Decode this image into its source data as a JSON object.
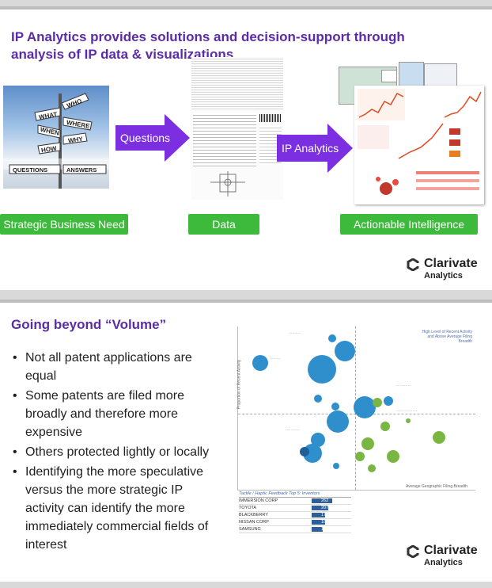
{
  "slide1": {
    "title": "IP Analytics provides solutions and decision-support through analysis of IP data & visualizations",
    "signpost": {
      "signs": [
        "WHO",
        "WHAT",
        "WHERE",
        "WHEN",
        "WHY",
        "HOW",
        "QUESTIONS",
        "ANSWERS"
      ]
    },
    "arrows": [
      {
        "label": "Questions"
      },
      {
        "label": "IP Analytics"
      }
    ],
    "buttons": [
      "Strategic Business Need",
      "Data",
      "Actionable Intelligence"
    ],
    "logo": {
      "name": "Clarivate",
      "sub": "Analytics"
    }
  },
  "slide2": {
    "title": "Going beyond “Volume”",
    "bullets": [
      "Not all patent applications are equal",
      "Some patents are filed more broadly and therefore more expensive",
      "Others protected lightly or locally",
      "Identifying the more speculative versus the more strategic IP activity can identify the more immediately commercial fields of interest"
    ],
    "chart": {
      "quadrant_label": "High Level of Recent Activity and Above Average Filing Breadth",
      "y_axis": "Proportion of Recent Activity",
      "x_axis": "Average Geographic Filing Breadth",
      "colors": {
        "blue": "#2f8fcc",
        "green": "#7ab642"
      }
    },
    "table": {
      "header": "Tactile / Haptic Feedback Top 5: Inventors",
      "rows": [
        {
          "name": "IMMERSION CORP",
          "value": 262
        },
        {
          "name": "TOYOTA",
          "value": 207
        },
        {
          "name": "BLACKBERRY",
          "value": 174
        },
        {
          "name": "NISSAN CORP",
          "value": 167
        },
        {
          "name": "SAMSUNG",
          "value": 146
        }
      ]
    },
    "logo": {
      "name": "Clarivate",
      "sub": "Analytics"
    }
  }
}
